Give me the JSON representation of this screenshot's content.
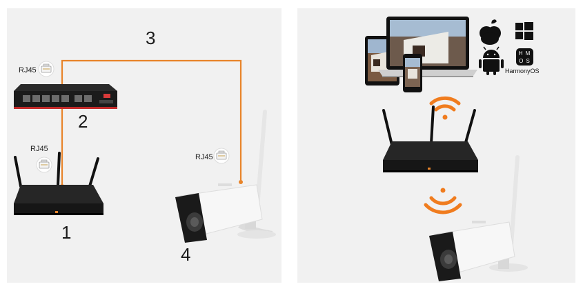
{
  "left": {
    "step_labels": {
      "router": "1",
      "switch": "2",
      "cable": "3",
      "camera": "4"
    },
    "connector_labels": {
      "switch": "RJ45",
      "router": "RJ45",
      "camera": "RJ45"
    }
  },
  "right": {
    "os_labels": {
      "harmony_letters": "H M\nO S",
      "harmony": "HarmonyOS"
    }
  },
  "colors": {
    "cable": "#e8842a",
    "wifi": "#f07c1e",
    "panel": "#f1f1f1",
    "device": "#1b1b1b"
  }
}
